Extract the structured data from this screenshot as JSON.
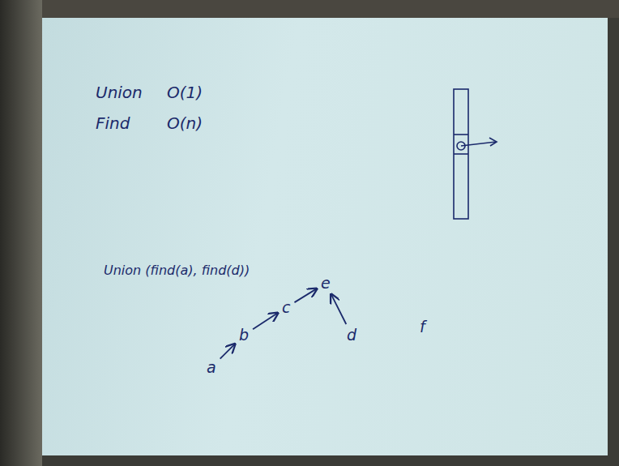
{
  "diagram": {
    "nodes": [
      {
        "text": [
          "a"
        ]
      },
      {
        "text": [
          "b"
        ]
      },
      {
        "text": [
          "c"
        ]
      },
      {
        "text": [
          "e"
        ]
      },
      {
        "text": [
          "d"
        ]
      },
      {
        "text": [
          "f"
        ]
      }
    ],
    "edges": [
      {
        "from": 0,
        "to": 1,
        "arrow": "to"
      },
      {
        "from": 1,
        "to": 2,
        "arrow": "to"
      },
      {
        "from": 2,
        "to": 3,
        "arrow": "to"
      },
      {
        "from": 4,
        "to": 3,
        "arrow": "to"
      }
    ],
    "labels": [
      "Union",
      "O(1)",
      "Find",
      "O(n)",
      "Union (find(a), find(d))"
    ]
  }
}
